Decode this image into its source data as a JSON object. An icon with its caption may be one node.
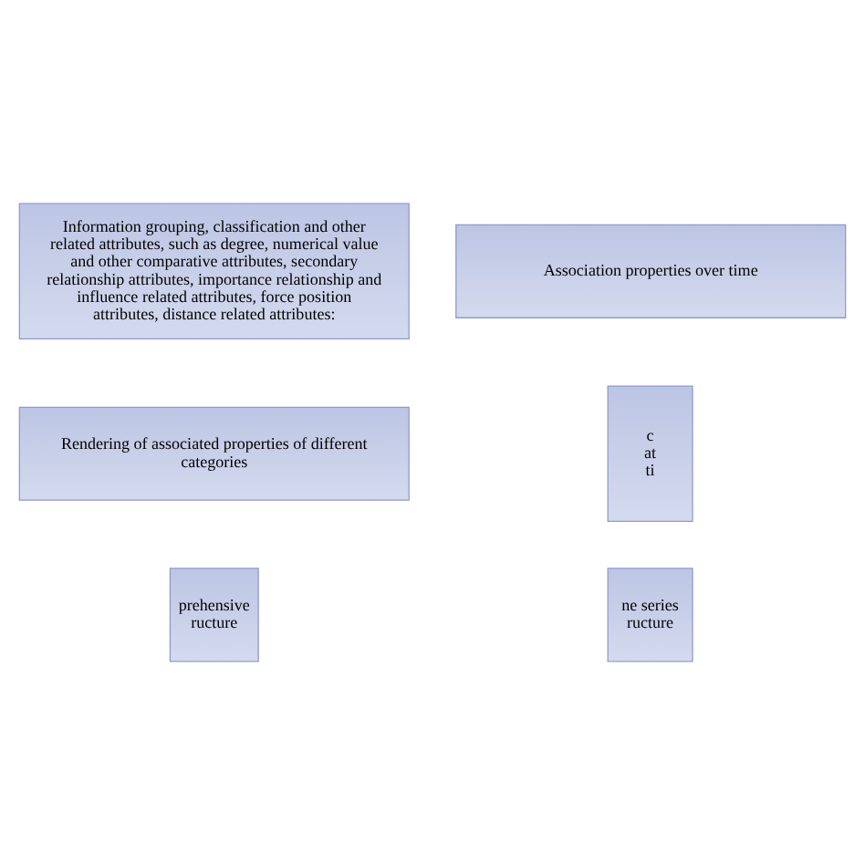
{
  "diagram": {
    "nodes": [
      {
        "text": [
          "c at ti"
        ]
      },
      {
        "text": [
          "Information grouping, classification and other related attributes, such as degree, numerical value and other comparative attributes, secondary relationship attributes, importance relationship and influence related attributes, force position attributes, distance related attributes:"
        ]
      },
      {
        "text": [
          "ne series ructure"
        ]
      },
      {
        "text": [
          "Association properties over time"
        ]
      },
      {
        "text": [
          "prehensive ructure"
        ]
      },
      {
        "text": [
          "Rendering of associated properties of different categories"
        ]
      }
    ]
  }
}
